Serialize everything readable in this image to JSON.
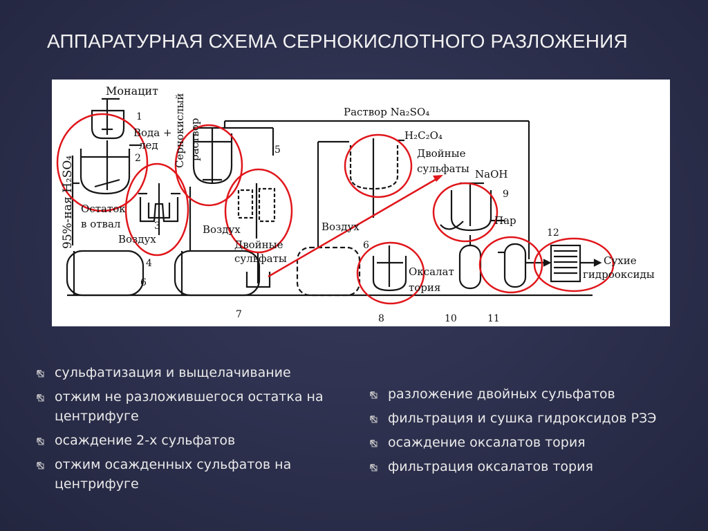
{
  "slide": {
    "title": "АППАРАТУРНАЯ СХЕМА СЕРНОКИСЛОТНОГО РАЗЛОЖЕНИЯ"
  },
  "diagram": {
    "labels": {
      "monazite": "Монацит",
      "acid_95": "95%-ная H₂SO₄",
      "water_ice_1": "Вода +",
      "water_ice_2": "лед",
      "sulfuric_solution_1": "Сернокислый",
      "sulfuric_solution_2": "раствор",
      "residue_1": "Остаток",
      "residue_2": "в отвал",
      "air_1": "Воздух",
      "air_2": "Воздух",
      "air_3": "Воздух",
      "double_sulfates_1a": "Двойные",
      "double_sulfates_1b": "сульфаты",
      "double_sulfates_2a": "Двойные",
      "double_sulfates_2b": "сульфаты",
      "na2so4_solution": "Раствор Na₂SO₄",
      "oxalic_acid": "H₂C₂O₄",
      "naoh": "NaOH",
      "steam": "Пар",
      "thorium_oxalate_1": "Оксалат",
      "thorium_oxalate_2": "тория",
      "dry_hydroxides_1": "Сухие",
      "dry_hydroxides_2": "гидрооксиды"
    },
    "numbers": [
      "1",
      "2",
      "3",
      "4",
      "5",
      "6",
      "6",
      "7",
      "8",
      "9",
      "10",
      "11",
      "12"
    ]
  },
  "bullets_left": [
    "сульфатизация и выщелачивание",
    "отжим не разложившегося остатка на центрифуге",
    "осаждение 2-х сульфатов",
    "отжим осажденных сульфатов на центрифуге"
  ],
  "bullets_right": [
    "разложение двойных сульфатов",
    "фильтрация и сушка гидроксидов РЗЭ",
    "осаждение оксалатов тория",
    "фильтрация оксалатов тория"
  ],
  "colors": {
    "highlight_red": "#e0161b",
    "background": "#2c2f4c"
  }
}
